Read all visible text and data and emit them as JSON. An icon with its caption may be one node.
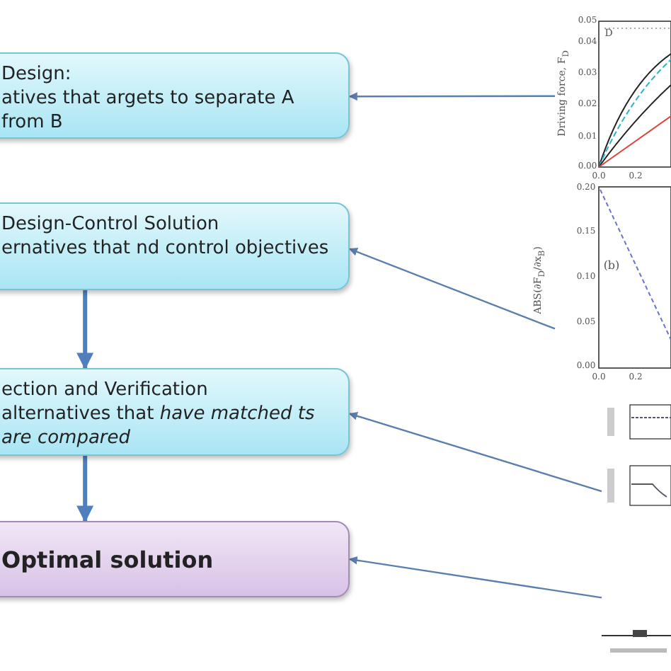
{
  "diagram": {
    "nodes": [
      {
        "text": [
          "Design:",
          "atives that argets to separate A from B"
        ]
      },
      {
        "text": [
          "Design-Control Solution",
          "ernatives that nd control objectives"
        ]
      },
      {
        "text": [
          "ection and Verification",
          "alternatives that *have matched ts are compared*"
        ]
      },
      {
        "text": [
          "Optimal solution"
        ]
      },
      {
        "text": [],
        "shape": "picture"
      },
      {
        "text": [],
        "shape": "picture"
      },
      {
        "text": [],
        "shape": "picture"
      },
      {
        "text": [],
        "shape": "picture"
      }
    ],
    "edges": [
      {
        "from": 4,
        "to": 0,
        "arrow": "to"
      },
      {
        "from": 5,
        "to": 1,
        "arrow": "to"
      },
      {
        "from": 1,
        "to": 2,
        "arrow": "to",
        "style": "thick"
      },
      {
        "from": 6,
        "to": 2,
        "arrow": "to"
      },
      {
        "from": 2,
        "to": 3,
        "arrow": "to",
        "style": "thick"
      },
      {
        "from": 7,
        "to": 3,
        "arrow": "to"
      }
    ],
    "labels": [
      "0.05",
      "0.04",
      "0.03",
      "0.02",
      "0.01",
      "0.00",
      "0.0",
      "0.2",
      "Driving force, F$_{D}$",
      "D",
      "0.20",
      "0.15",
      "0.10",
      "0.05",
      "0.00",
      "0.0",
      "0.2",
      "ABS(∂F$_{D}$/∂x$_{B}$)",
      "(b)"
    ]
  }
}
